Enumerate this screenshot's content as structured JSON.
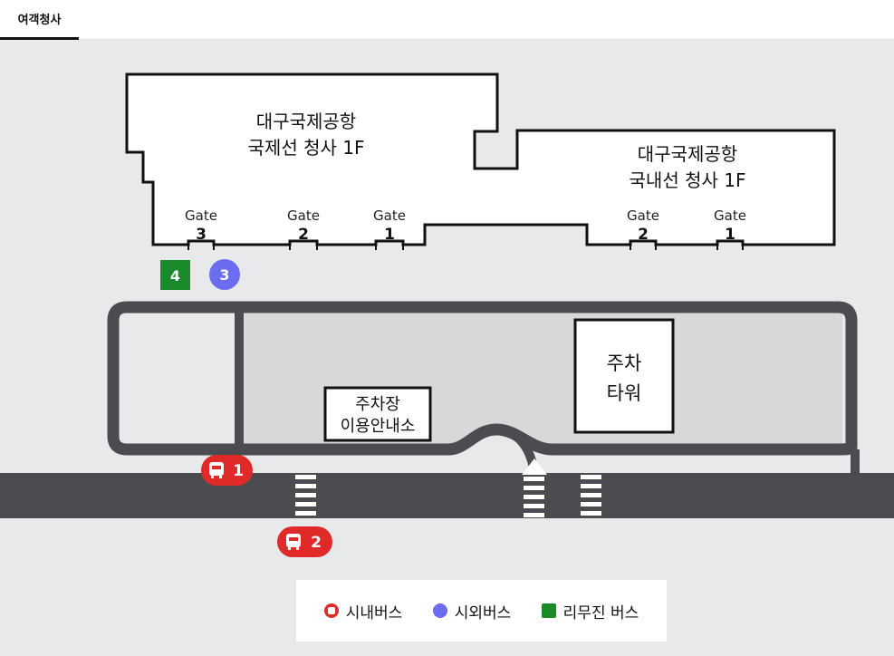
{
  "tabs": [
    {
      "label": "여객청사",
      "active": true
    }
  ],
  "terminals": {
    "international": {
      "line1": "대구국제공항",
      "line2": "국제선 청사 1F"
    },
    "domestic": {
      "line1": "대구국제공항",
      "line2": "국내선 청사 1F"
    }
  },
  "gates": {
    "word": "Gate",
    "international": [
      "3",
      "2",
      "1"
    ],
    "domestic": [
      "2",
      "1"
    ]
  },
  "stops": {
    "limousine": "4",
    "intercity": "3",
    "city_1": "1",
    "city_2": "2"
  },
  "buildings": {
    "parking_info": {
      "line1": "주차장",
      "line2": "이용안내소"
    },
    "parking_tower": {
      "line1": "주차",
      "line2": "타워"
    }
  },
  "legend": {
    "city_bus": "시내버스",
    "intercity_bus": "시외버스",
    "limousine_bus": "리무진 버스"
  },
  "colors": {
    "city_bus": "#e02a2a",
    "intercity_bus": "#6b6cf0",
    "limousine_bus": "#1a8a2a",
    "road": "#4a4c4f",
    "parking_lot": "#d6d8da",
    "background": "#e7e9eb"
  }
}
